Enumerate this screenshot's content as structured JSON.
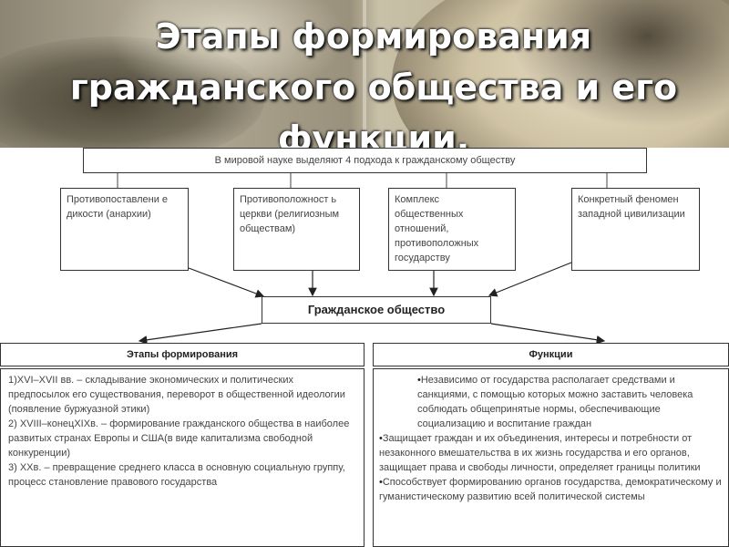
{
  "title": "Этапы формирования гражданского общества и его функции.",
  "top_box": "В мировой науке выделяют 4 подхода к гражданскому обществу",
  "approaches": [
    "Противопоставлени е дикости (анархии)",
    "Противоположност ь церкви (религиозным обществам)",
    "Комплекс общественных отношений, противоположных государству",
    "Конкретный феномен западной цивилизации"
  ],
  "center": "Гражданское общество",
  "stages": {
    "header": "Этапы формирования",
    "items": [
      "1)XVI–XVII вв. – складывание экономических и политических предпосылок его существования, переворот в общественной идеологии (появление буржуазной этики)",
      "2) XVIII–конецXIXв. – формирование гражданского общества в наиболее развитых странах Европы и США(в виде капитализма свободной конкуренции)",
      "3) XXв. – превращение среднего класса в основную социальную группу, процесс становление правового государства"
    ]
  },
  "functions": {
    "header": "Функции",
    "bullet": "•",
    "items": [
      "Независимо от государства располагает средствами и санкциями, с помощью которых можно заставить человека соблюдать общепринятые нормы, обеспечивающие социализацию и воспитание граждан",
      "Защищает граждан и их объединения, интересы и потребности от незаконного вмешательства в их жизнь государства и его органов, защищает права и свободы личности, определяет границы политики",
      "Способствует формированию органов государства, демократическому и гуманистическому развитию всей политической системы"
    ]
  }
}
